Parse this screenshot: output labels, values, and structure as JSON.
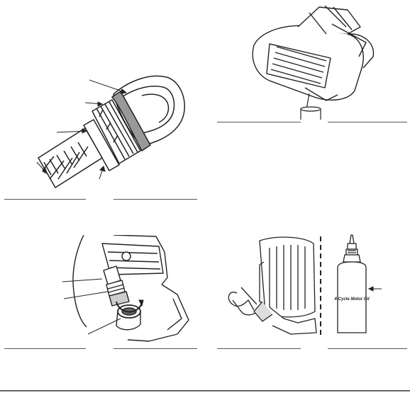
{
  "figures": [
    {
      "id": "fig-oil-dipstick-cap",
      "description_label": ""
    },
    {
      "id": "fig-tilted-engine-draining",
      "description_label": ""
    },
    {
      "id": "fig-oil-fill-port",
      "description_label": ""
    },
    {
      "id": "fig-oil-fill-with-bottle",
      "description_label": ""
    }
  ],
  "bottle": {
    "label": "4-Cycle Motor Oil"
  },
  "colors": {
    "line": "#222222",
    "rule": "#555555",
    "background": "#ffffff"
  }
}
